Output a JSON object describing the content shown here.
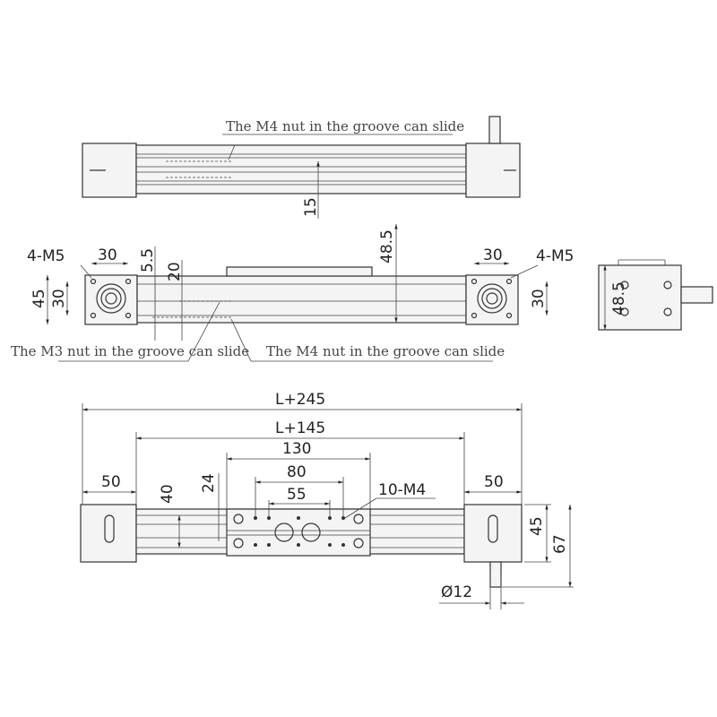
{
  "top_view": {
    "note": "The M4 nut in the groove can slide",
    "dim_15": "15"
  },
  "side_view": {
    "left_holes": "4-M5",
    "left_width": "30",
    "left_height_45": "45",
    "left_height_30": "30",
    "dim_5_5": "5.5",
    "dim_20": "20",
    "dim_48_5": "48.5",
    "right_width": "30",
    "right_holes": "4-M5",
    "right_height_30": "30",
    "note_m3": "The M3 nut in the groove can slide",
    "note_m4": "The M4 nut in the groove can slide"
  },
  "end_view": {
    "dim_48_5": "48.5"
  },
  "bottom_view": {
    "overall": "L+245",
    "rail": "L+145",
    "carriage": "130",
    "hole_80": "80",
    "hole_55": "55",
    "left_50": "50",
    "right_50": "50",
    "holes": "10-M4",
    "dim_40": "40",
    "dim_24": "24",
    "dim_45": "45",
    "dim_67": "67",
    "shaft": "Ø12"
  }
}
